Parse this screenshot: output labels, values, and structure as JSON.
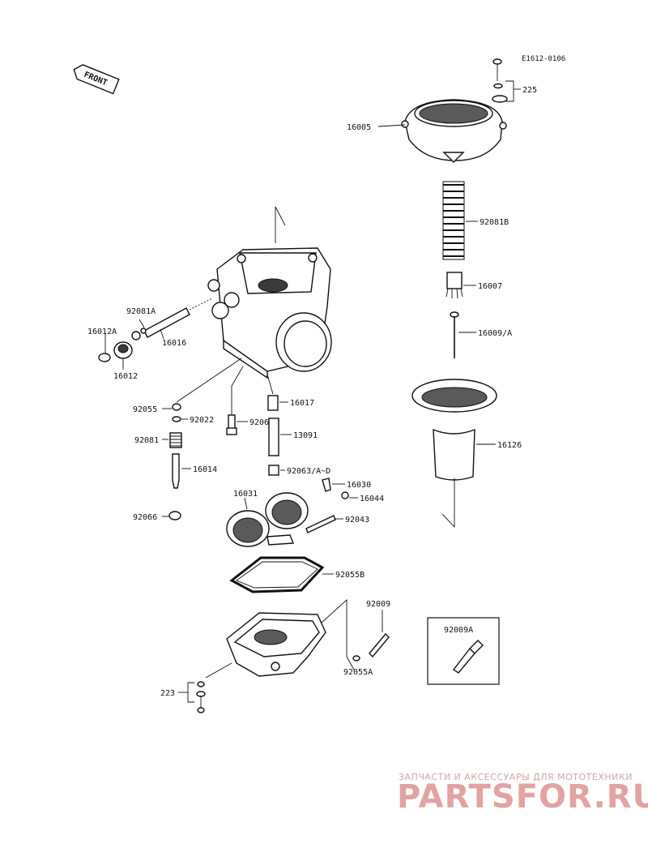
{
  "drawing_code": "E1612-0106",
  "front_label": "FRONT",
  "parts": {
    "p225": "225",
    "p16005": "16005",
    "p92081b": "92081B",
    "p16007": "16007",
    "p16009a": "16009/A",
    "p16126": "16126",
    "p92081a": "92081A",
    "p16016": "16016",
    "p16012a": "16012A",
    "p16012": "16012",
    "p92055": "92055",
    "p92022": "92022",
    "p92064": "92064",
    "p16017": "16017",
    "p13091": "13091",
    "p92081": "92081",
    "p16014": "16014",
    "p92063": "92063/A~D",
    "p16030": "16030",
    "p16044": "16044",
    "p16031": "16031",
    "p92066": "92066",
    "p92043": "92043",
    "p92055b": "92055B",
    "p92009": "92009",
    "p92009a_box": "92009A",
    "p92055a": "92055A",
    "p223": "223"
  },
  "watermark": {
    "tagline": "ЗАПЧАСТИ И АКСЕССУАРЫ ДЛЯ МОТОТЕХНИКИ",
    "brand": "PARTSFOR.RU"
  }
}
